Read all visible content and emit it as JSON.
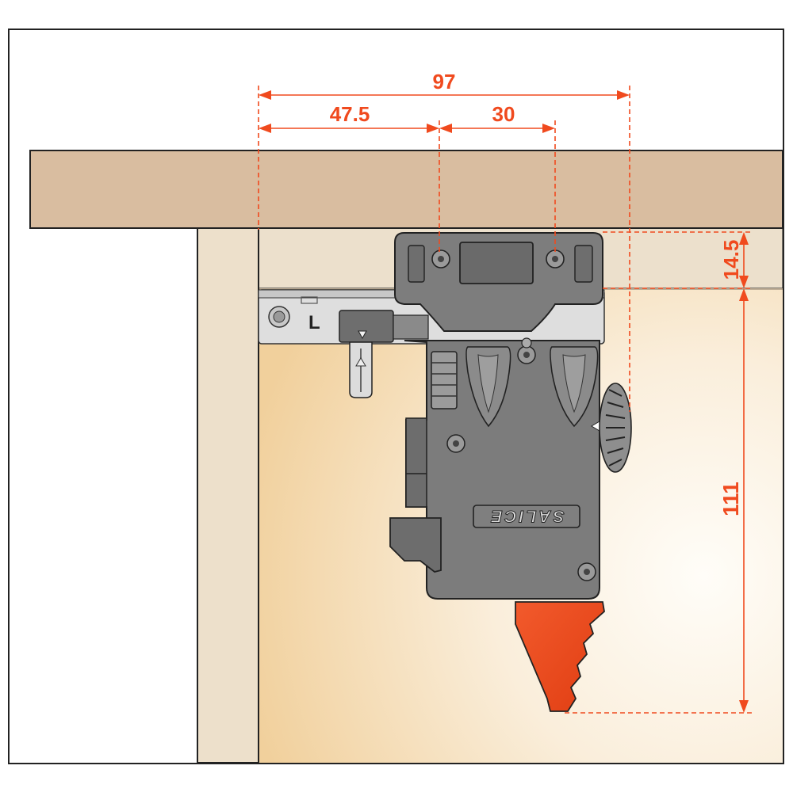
{
  "colors": {
    "dimension": "#f04a1e",
    "panel_top": "#d9bda0",
    "panel_side": "#ede0cb",
    "interior_light": "#fdf6ea",
    "interior_warm": "#f3d6a6",
    "mechanism": "#7c7c7c",
    "mechanism_dark": "#5e5e5e",
    "outline": "#222222",
    "plate": "#dcdcdc",
    "lever": "#ef4d1e"
  },
  "dimensions": {
    "overall_width": "97",
    "left_to_first_hole": "47.5",
    "hole_spacing": "30",
    "top_offset": "14.5",
    "height": "111"
  },
  "labels": {
    "plate_mark": "L",
    "brand": "SALICE"
  },
  "icons": {
    "arrow_marker": "triangle-down-icon",
    "side_arrow": "triangle-left-icon",
    "adjust_wheel": "gear-wheel-icon"
  }
}
